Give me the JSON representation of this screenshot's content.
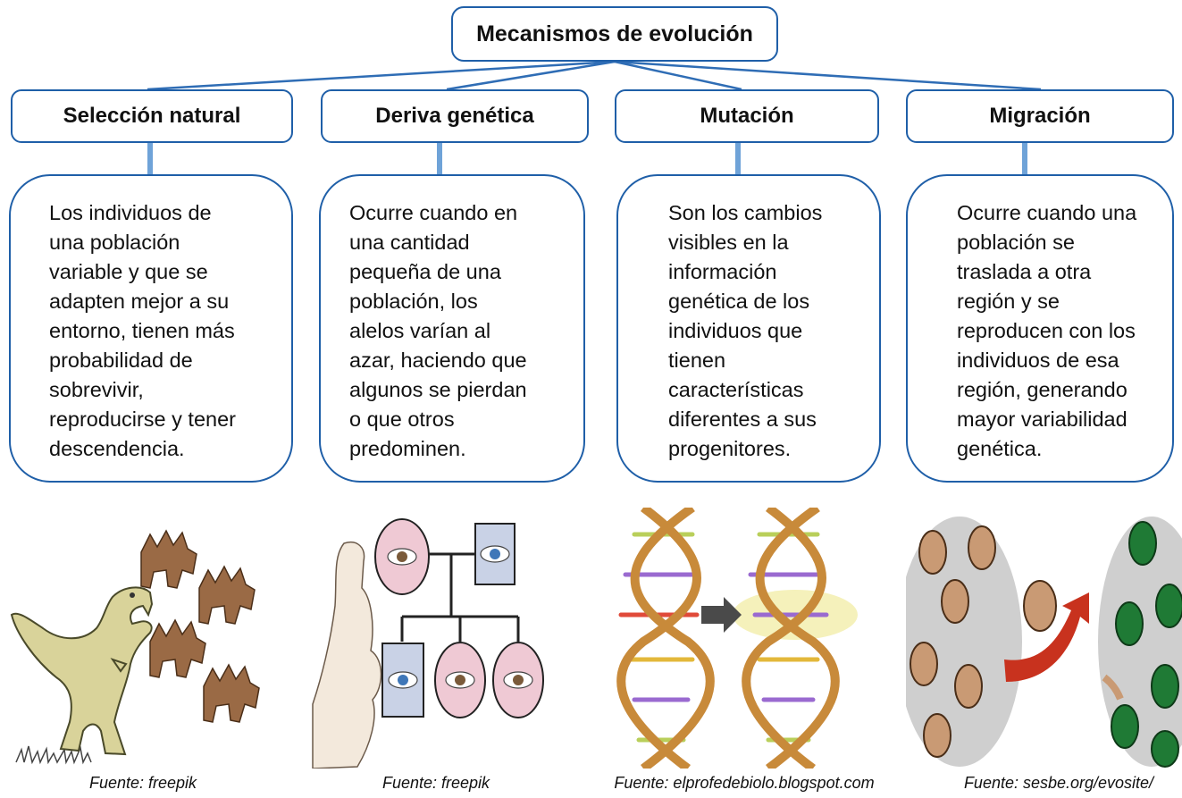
{
  "title": "Mecanismos de evolución",
  "mechanisms": [
    {
      "label": "Selección natural",
      "description": [
        "Los individuos de",
        "una población",
        "variable y que se",
        "adapten mejor a su",
        "entorno, tienen más",
        "probabilidad de",
        "sobrevivir,",
        "reproducirse y tener",
        "descendencia."
      ],
      "image_icon": "tyrannosaurus-and-stegosaurus-illustration",
      "caption": "Fuente: freepik"
    },
    {
      "label": "Deriva genética",
      "description": [
        "Ocurre cuando en",
        "una cantidad",
        "pequeña de una",
        "población,  los",
        "alelos varían al",
        "azar,  haciendo que",
        "algunos se pierdan",
        "o que otros",
        "predominen."
      ],
      "image_icon": "eye-color-pedigree-chart-illustration",
      "caption": "Fuente: freepik"
    },
    {
      "label": "Mutación",
      "description": [
        "Son los cambios",
        "visibles en la",
        "información",
        "genética de los",
        "individuos que",
        "tienen",
        "características",
        "diferentes a sus",
        "progenitores."
      ],
      "image_icon": "dna-double-helix-mutation-illustration",
      "caption": "Fuente: elprofedebiolo.blogspot.com"
    },
    {
      "label": "Migración",
      "description": [
        "Ocurre cuando una",
        "población se",
        "traslada a otra",
        "región y se",
        "reproducen con los",
        "individuos de esa",
        "región, generando",
        "mayor variabilidad",
        "genética."
      ],
      "image_icon": "beetle-population-migration-illustration",
      "caption": "Fuente: sesbe.org/evosite/"
    }
  ],
  "colors": {
    "border": "#1f5fa8",
    "connector": "#2f6db5",
    "stem": "#6fa3d8"
  }
}
